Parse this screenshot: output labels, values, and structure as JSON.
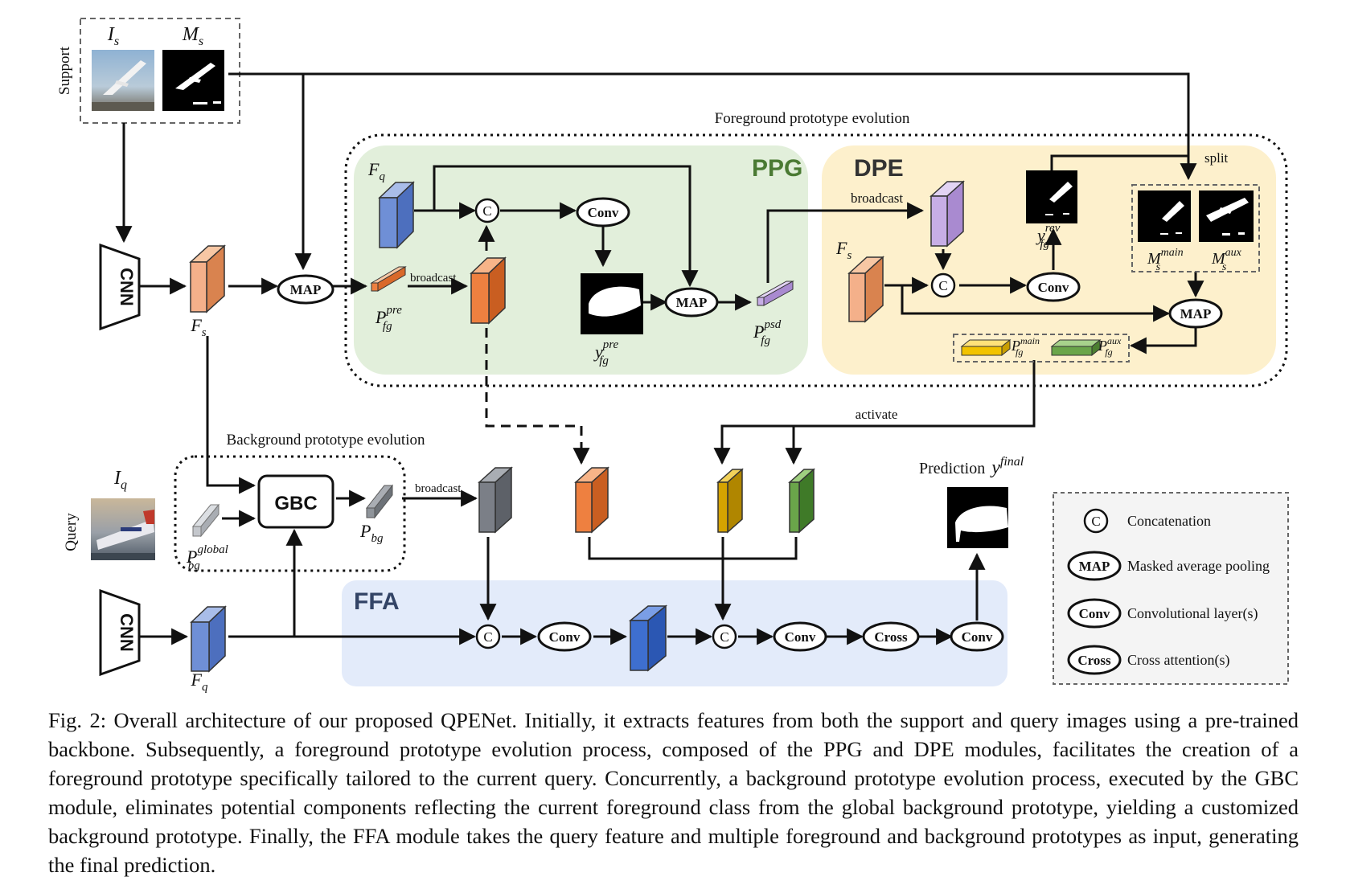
{
  "labels": {
    "support": "Support",
    "query": "Query",
    "is": "I",
    "is_sub": "s",
    "ms": "M",
    "ms_sub": "s",
    "iq": "I",
    "iq_sub": "q",
    "cnn": "CNN",
    "fs": "F",
    "fs_sub": "s",
    "fq": "F",
    "fq_sub": "q",
    "map": "MAP",
    "conv": "Conv",
    "cross": "Cross",
    "concat_c": "C",
    "broadcast": "broadcast",
    "split": "split",
    "activate": "activate",
    "fg_title": "Foreground prototype evolution",
    "bg_title": "Background prototype evolution",
    "ppg": "PPG",
    "dpe": "DPE",
    "ffa": "FFA",
    "gbc": "GBC",
    "prediction": "Prediction",
    "y_final": "y",
    "final_sup": "final",
    "p": "P",
    "y": "y",
    "M": "M",
    "pre": "pre",
    "psd": "psd",
    "rev": "rev",
    "fg": "fg",
    "bg": "bg",
    "global": "global",
    "main": "main",
    "aux": "aux",
    "s_sub": "s"
  },
  "legend": [
    {
      "symbol": "C",
      "text": "Concatenation"
    },
    {
      "symbol": "MAP",
      "text": "Masked average pooling"
    },
    {
      "symbol": "Conv",
      "text": "Convolutional layer(s)"
    },
    {
      "symbol": "Cross",
      "text": "Cross attention(s)"
    }
  ],
  "caption": "Fig. 2: Overall architecture of our proposed QPENet. Initially, it extracts features from both the support and query images using a pre-trained backbone. Subsequently, a foreground prototype evolution process, composed of the PPG and DPE modules, facilitates the creation of a foreground prototype specifically tailored to the current query. Concurrently, a background prototype evolution process, executed by the GBC module, eliminates potential components reflecting the current foreground class from the global background prototype, yielding a customized background prototype. Finally, the FFA module takes the query feature and multiple foreground and background prototypes as input, generating the final prediction.",
  "colors": {
    "ppg_bg": "#e2efdb",
    "dpe_bg": "#fdf0cc",
    "ffa_bg": "#e3ebfa",
    "blue": "#6f8fd6",
    "orange": "#ee8040",
    "orange_light": "#f4b08a",
    "purple": "#c7aee6",
    "gray": "#7b7f87",
    "gray_light": "#c4c7cc",
    "yellow": "#f2c300",
    "mustard": "#d5a300",
    "green": "#6aa54a",
    "blue_dark": "#3e6fcf"
  }
}
